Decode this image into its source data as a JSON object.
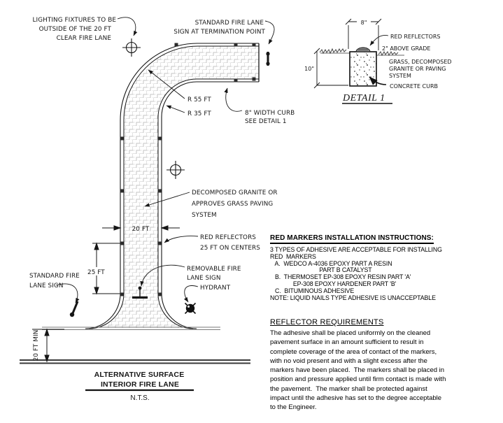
{
  "plan": {
    "lighting_note": {
      "l1": "LIGHTING FIXTURES TO BE",
      "l2": "OUTSIDE OF THE 20 FT",
      "l3": "CLEAR FIRE LANE"
    },
    "termination_note": {
      "l1": "STANDARD FIRE LANE",
      "l2": "SIGN AT TERMINATION POINT"
    },
    "radius_outer": "R 55 FT",
    "radius_inner": "R 35 FT",
    "curb_note": {
      "l1": "8\" WIDTH CURB",
      "l2": "SEE DETAIL 1"
    },
    "paving_note": {
      "l1": "DECOMPOSED GRANITE OR",
      "l2": "APPROVES GRASS PAVING",
      "l3": "SYSTEM"
    },
    "dim_lane_width": "20 FT",
    "reflectors_note": {
      "l1": "RED REFLECTORS",
      "l2": "25 FT ON CENTERS"
    },
    "dim_reflector_spacing": "25 FT",
    "std_sign_note": {
      "l1": "STANDARD FIRE",
      "l2": "LANE SIGN"
    },
    "removable_sign_note": {
      "l1": "REMOVABLE FIRE",
      "l2": "LANE SIGN"
    },
    "hydrant_label": "HYDRANT",
    "dim_setback": "20 FT MIN",
    "title": {
      "l1": "ALTERNATIVE SURFACE",
      "l2": "INTERIOR FIRE LANE",
      "scale": "N.T.S."
    }
  },
  "detail1": {
    "dim_width": "8\"",
    "dim_depth": "10\"",
    "red_reflectors": "RED REFLECTORS",
    "above_grade": "2\" ABOVE GRADE",
    "grass": {
      "l1": "GRASS, DECOMPOSED",
      "l2": "GRANITE OR PAVING",
      "l3": "SYSTEM"
    },
    "concrete_curb": "CONCRETE CURB",
    "title": "DETAIL 1"
  },
  "instructions": {
    "heading": "RED MARKERS INSTALLATION INSTRUCTIONS:",
    "lines": [
      "3 TYPES OF ADHESIVE ARE ACCEPTABLE FOR INSTALLING",
      "RED  MARKERS",
      "   A.  WEDCO A-4036 EPOXY PART A RESIN",
      "                              PART B CATALYST",
      "   B.  THERMOSET EP-308 EPOXY RESIN PART 'A'",
      "              EP-308 EPOXY HARDENER PART 'B'",
      "   C.  BITUMINOUS ADHESIVE",
      "NOTE: LIQUID NAILS TYPE ADHESIVE IS UNACCEPTABLE"
    ]
  },
  "requirements": {
    "heading": "REFLECTOR REQUIREMENTS",
    "lines": [
      "The adhesive shall be placed uniformly on the cleaned",
      "pavement surface in an amount sufficient to result in",
      "complete coverage of the area of contact of the markers,",
      "with no void present and with a slight excess after the",
      "markers have been placed.  The markers shall be placed in",
      "position and pressure applied until firm contact is made with",
      "the pavement.  The marker shall be protected against",
      "impact until the adhesive has set to the degree acceptable",
      "to the Engineer."
    ]
  },
  "colors": {
    "line": "#161616",
    "hatch": "#c4c4c4",
    "street": "#7a7a7a",
    "grade": "#999999"
  }
}
